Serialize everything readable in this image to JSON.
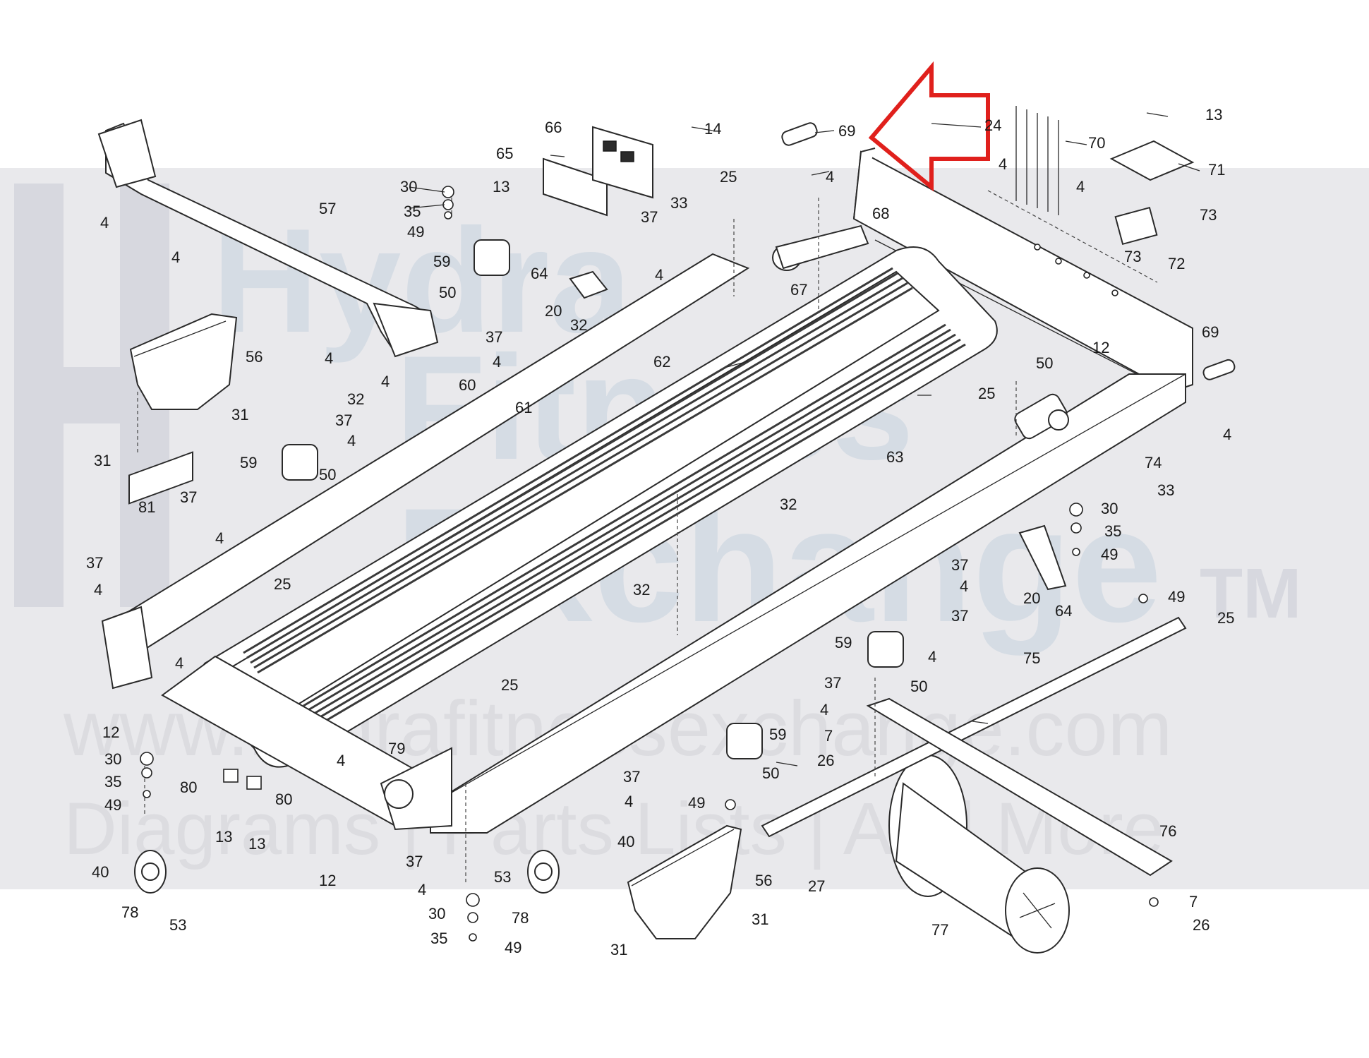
{
  "watermark": {
    "brand_line1": "Hydra",
    "brand_line2": "Fitness",
    "brand_line3": "Exchange",
    "trademark": "TM",
    "website": "www.hydrafitnessexchange.com",
    "tagline": "Diagrams | Parts Lists | And More"
  },
  "highlight": {
    "color": "#e0201c"
  },
  "callouts": [
    {
      "id": "c13a",
      "text": "13"
    },
    {
      "id": "c24",
      "text": "24"
    },
    {
      "id": "c70",
      "text": "70"
    },
    {
      "id": "c71",
      "text": "71"
    },
    {
      "id": "c73a",
      "text": "73"
    },
    {
      "id": "c73b",
      "text": "73"
    },
    {
      "id": "c72",
      "text": "72"
    },
    {
      "id": "c4a",
      "text": "4"
    },
    {
      "id": "c4b",
      "text": "4"
    },
    {
      "id": "c69a",
      "text": "69"
    },
    {
      "id": "c4c",
      "text": "4"
    },
    {
      "id": "c68",
      "text": "68"
    },
    {
      "id": "c67",
      "text": "67"
    },
    {
      "id": "c66",
      "text": "66"
    },
    {
      "id": "c14",
      "text": "14"
    },
    {
      "id": "c65",
      "text": "65"
    },
    {
      "id": "c13b",
      "text": "13"
    },
    {
      "id": "c25a",
      "text": "25"
    },
    {
      "id": "c33a",
      "text": "33"
    },
    {
      "id": "c37a",
      "text": "37"
    },
    {
      "id": "c4d",
      "text": "4"
    },
    {
      "id": "c64a",
      "text": "64"
    },
    {
      "id": "c20a",
      "text": "20"
    },
    {
      "id": "c30a",
      "text": "30"
    },
    {
      "id": "c35a",
      "text": "35"
    },
    {
      "id": "c49a",
      "text": "49"
    },
    {
      "id": "c59a",
      "text": "59"
    },
    {
      "id": "c50a",
      "text": "50"
    },
    {
      "id": "c57",
      "text": "57"
    },
    {
      "id": "c4e",
      "text": "4"
    },
    {
      "id": "c4f",
      "text": "4"
    },
    {
      "id": "c56a",
      "text": "56"
    },
    {
      "id": "c4g",
      "text": "4"
    },
    {
      "id": "c4h",
      "text": "4"
    },
    {
      "id": "c31a",
      "text": "31"
    },
    {
      "id": "c31b",
      "text": "31"
    },
    {
      "id": "c37b",
      "text": "37"
    },
    {
      "id": "c4i",
      "text": "4"
    },
    {
      "id": "c32a",
      "text": "32"
    },
    {
      "id": "c62",
      "text": "62"
    },
    {
      "id": "c60",
      "text": "60"
    },
    {
      "id": "c61",
      "text": "61"
    },
    {
      "id": "c32b",
      "text": "32"
    },
    {
      "id": "c37c",
      "text": "37"
    },
    {
      "id": "c4j",
      "text": "4"
    },
    {
      "id": "c59b",
      "text": "59"
    },
    {
      "id": "c50b",
      "text": "50"
    },
    {
      "id": "c81",
      "text": "81"
    },
    {
      "id": "c37d",
      "text": "37"
    },
    {
      "id": "c4k",
      "text": "4"
    },
    {
      "id": "c37e",
      "text": "37"
    },
    {
      "id": "c4l",
      "text": "4"
    },
    {
      "id": "c25b",
      "text": "25"
    },
    {
      "id": "c4m",
      "text": "4"
    },
    {
      "id": "c12a",
      "text": "12"
    },
    {
      "id": "c30b",
      "text": "30"
    },
    {
      "id": "c35b",
      "text": "35"
    },
    {
      "id": "c49b",
      "text": "49"
    },
    {
      "id": "c80a",
      "text": "80"
    },
    {
      "id": "c80b",
      "text": "80"
    },
    {
      "id": "c13c",
      "text": "13"
    },
    {
      "id": "c13d",
      "text": "13"
    },
    {
      "id": "c40a",
      "text": "40"
    },
    {
      "id": "c78a",
      "text": "78"
    },
    {
      "id": "c53a",
      "text": "53"
    },
    {
      "id": "c12b",
      "text": "12"
    },
    {
      "id": "c4n",
      "text": "4"
    },
    {
      "id": "c79",
      "text": "79"
    },
    {
      "id": "c25c",
      "text": "25"
    },
    {
      "id": "c37f",
      "text": "37"
    },
    {
      "id": "c4o",
      "text": "4"
    },
    {
      "id": "c30c",
      "text": "30"
    },
    {
      "id": "c35c",
      "text": "35"
    },
    {
      "id": "c49c",
      "text": "49"
    },
    {
      "id": "c53b",
      "text": "53"
    },
    {
      "id": "c78b",
      "text": "78"
    },
    {
      "id": "c37g",
      "text": "37"
    },
    {
      "id": "c4p",
      "text": "4"
    },
    {
      "id": "c40b",
      "text": "40"
    },
    {
      "id": "c31c",
      "text": "31"
    },
    {
      "id": "c56b",
      "text": "56"
    },
    {
      "id": "c31d",
      "text": "31"
    },
    {
      "id": "c49d",
      "text": "49"
    },
    {
      "id": "c27",
      "text": "27"
    },
    {
      "id": "c32c",
      "text": "32"
    },
    {
      "id": "c32d",
      "text": "32"
    },
    {
      "id": "c37h",
      "text": "37"
    },
    {
      "id": "c4q",
      "text": "4"
    },
    {
      "id": "c59c",
      "text": "59"
    },
    {
      "id": "c50c",
      "text": "50"
    },
    {
      "id": "c7a",
      "text": "7"
    },
    {
      "id": "c26a",
      "text": "26"
    },
    {
      "id": "c59d",
      "text": "59"
    },
    {
      "id": "c50d",
      "text": "50"
    },
    {
      "id": "c37i",
      "text": "37"
    },
    {
      "id": "c4r",
      "text": "4"
    },
    {
      "id": "c63",
      "text": "63"
    },
    {
      "id": "c25d",
      "text": "25"
    },
    {
      "id": "c50e",
      "text": "50"
    },
    {
      "id": "c12c",
      "text": "12"
    },
    {
      "id": "c69b",
      "text": "69"
    },
    {
      "id": "c4s",
      "text": "4"
    },
    {
      "id": "c74",
      "text": "74"
    },
    {
      "id": "c33b",
      "text": "33"
    },
    {
      "id": "c30d",
      "text": "30"
    },
    {
      "id": "c35d",
      "text": "35"
    },
    {
      "id": "c49e",
      "text": "49"
    },
    {
      "id": "c37j",
      "text": "37"
    },
    {
      "id": "c4t",
      "text": "4"
    },
    {
      "id": "c20b",
      "text": "20"
    },
    {
      "id": "c64b",
      "text": "64"
    },
    {
      "id": "c49f",
      "text": "49"
    },
    {
      "id": "c25e",
      "text": "25"
    },
    {
      "id": "c75",
      "text": "75"
    },
    {
      "id": "c76",
      "text": "76"
    },
    {
      "id": "c77",
      "text": "77"
    },
    {
      "id": "c7b",
      "text": "7"
    },
    {
      "id": "c26b",
      "text": "26"
    }
  ]
}
